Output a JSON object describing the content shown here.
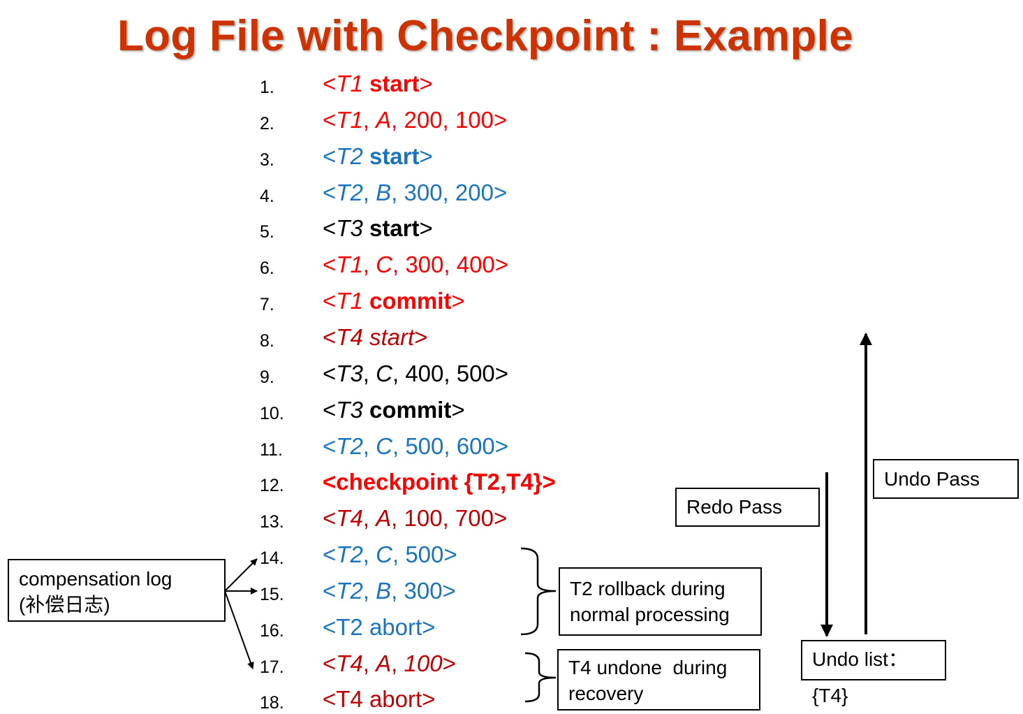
{
  "title": "Log File with Checkpoint : Example",
  "colors": {
    "title": "#cc3300",
    "T1": "#ff0000",
    "T2": "#1a73c0",
    "T3": "#000000",
    "T4": "#c00000",
    "checkpoint": "#ff0000"
  },
  "log": [
    {
      "num": "1.",
      "color": "T1",
      "parts": [
        [
          "<",
          ""
        ],
        [
          "T1",
          "i"
        ],
        [
          " ",
          ""
        ],
        [
          "start",
          "b"
        ],
        [
          ">",
          ""
        ]
      ]
    },
    {
      "num": "2.",
      "color": "T1",
      "parts": [
        [
          "<",
          ""
        ],
        [
          "T1",
          "i"
        ],
        [
          ", ",
          ""
        ],
        [
          "A",
          "i"
        ],
        [
          ", 200, 100>",
          ""
        ]
      ]
    },
    {
      "num": "3.",
      "color": "T2",
      "parts": [
        [
          "<",
          ""
        ],
        [
          "T2",
          "i"
        ],
        [
          " ",
          ""
        ],
        [
          "start",
          "b"
        ],
        [
          ">",
          ""
        ]
      ]
    },
    {
      "num": "4.",
      "color": "T2",
      "parts": [
        [
          "<",
          ""
        ],
        [
          "T2",
          "i"
        ],
        [
          ", ",
          ""
        ],
        [
          "B",
          "i"
        ],
        [
          ", 300, 200>",
          ""
        ]
      ]
    },
    {
      "num": "5.",
      "color": "T3",
      "parts": [
        [
          "<",
          ""
        ],
        [
          "T3",
          "i"
        ],
        [
          " ",
          ""
        ],
        [
          "start",
          "b"
        ],
        [
          ">",
          ""
        ]
      ]
    },
    {
      "num": "6.",
      "color": "T1",
      "parts": [
        [
          "<",
          ""
        ],
        [
          "T1",
          "i"
        ],
        [
          ", ",
          ""
        ],
        [
          "C",
          "i"
        ],
        [
          ", 300, 400>",
          ""
        ]
      ]
    },
    {
      "num": "7.",
      "color": "T1",
      "parts": [
        [
          "<",
          ""
        ],
        [
          "T1",
          "i"
        ],
        [
          " ",
          ""
        ],
        [
          "commit",
          "b"
        ],
        [
          ">",
          ""
        ]
      ]
    },
    {
      "num": "8.",
      "color": "T4",
      "parts": [
        [
          "<",
          ""
        ],
        [
          "T4 start",
          "i"
        ],
        [
          ">",
          ""
        ]
      ]
    },
    {
      "num": "9.",
      "color": "T3",
      "parts": [
        [
          "<",
          ""
        ],
        [
          "T3",
          "i"
        ],
        [
          ", ",
          ""
        ],
        [
          "C",
          "i"
        ],
        [
          ", 400, 500>",
          ""
        ]
      ]
    },
    {
      "num": "10.",
      "color": "T3",
      "parts": [
        [
          "<",
          ""
        ],
        [
          "T3",
          "i"
        ],
        [
          " ",
          ""
        ],
        [
          "commit",
          "b"
        ],
        [
          ">",
          ""
        ]
      ]
    },
    {
      "num": "11.",
      "color": "T2",
      "parts": [
        [
          "<",
          ""
        ],
        [
          "T2",
          "i"
        ],
        [
          ", ",
          ""
        ],
        [
          "C",
          "i"
        ],
        [
          ", 500, 600>",
          ""
        ]
      ]
    },
    {
      "num": "12.",
      "color": "checkpoint",
      "parts": [
        [
          "<checkpoint {T2,T4}>",
          "b"
        ]
      ]
    },
    {
      "num": "13.",
      "color": "T4",
      "parts": [
        [
          "<",
          ""
        ],
        [
          "T4",
          "i"
        ],
        [
          ", ",
          ""
        ],
        [
          "A",
          "i"
        ],
        [
          ", 100, 700>",
          ""
        ]
      ]
    },
    {
      "num": "14.",
      "color": "T2",
      "parts": [
        [
          "<",
          ""
        ],
        [
          "T2",
          "i"
        ],
        [
          ", ",
          ""
        ],
        [
          "C",
          "i"
        ],
        [
          ", 500>",
          ""
        ]
      ]
    },
    {
      "num": "15.",
      "color": "T2",
      "parts": [
        [
          "<",
          ""
        ],
        [
          "T2",
          "i"
        ],
        [
          ", ",
          ""
        ],
        [
          "B",
          "i"
        ],
        [
          ", 300>",
          ""
        ]
      ]
    },
    {
      "num": "16.",
      "color": "T2",
      "parts": [
        [
          "<T2 abort>",
          ""
        ]
      ]
    },
    {
      "num": "17.",
      "color": "T4",
      "parts": [
        [
          "<",
          ""
        ],
        [
          "T4",
          "i"
        ],
        [
          ", ",
          ""
        ],
        [
          "A",
          "i"
        ],
        [
          ", ",
          ""
        ],
        [
          "100",
          "i"
        ],
        [
          ">",
          ""
        ]
      ]
    },
    {
      "num": "18.",
      "color": "T4",
      "parts": [
        [
          "<T4 abort>",
          ""
        ]
      ]
    }
  ],
  "annotations": {
    "compensation": [
      "compensation log",
      "(补偿日志)"
    ],
    "t2_rollback": [
      "T2 rollback during",
      "normal processing"
    ],
    "t4_undone": [
      "T4 undone  during",
      "recovery"
    ],
    "redo_pass": "Redo Pass",
    "undo_pass": "Undo Pass",
    "undo_list": "Undo list：{T4}"
  }
}
